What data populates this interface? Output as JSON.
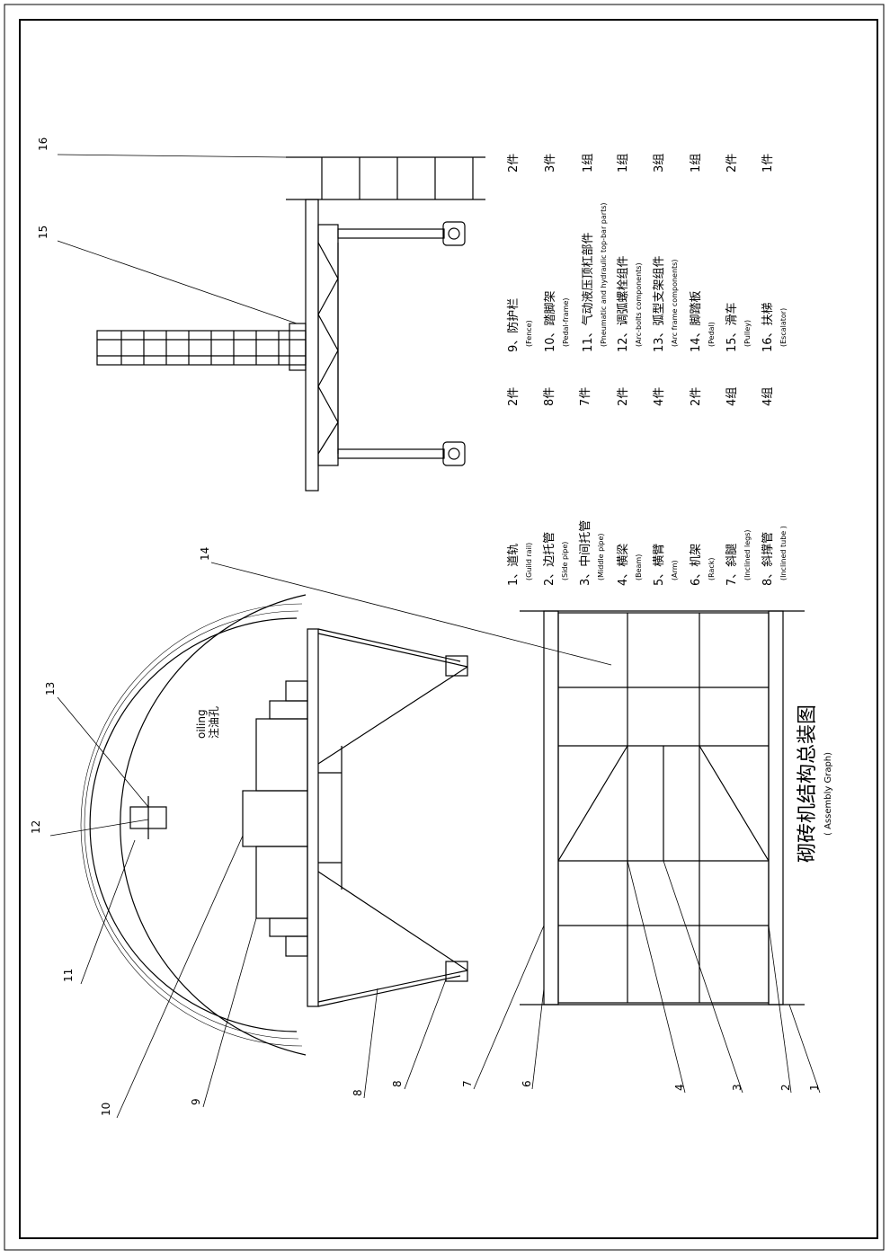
{
  "drawing": {
    "title": "砌砖机结构总装图",
    "subtitle": "( Assembly Graph)",
    "oiling_en": "oiling",
    "oiling_cn": "注油孔"
  },
  "parts": [
    {
      "cn": "1、道轨",
      "en": "(Guild rail)",
      "qty": "2件"
    },
    {
      "cn": "2、边托管",
      "en": "(Side pipe)",
      "qty": "8件"
    },
    {
      "cn": "3、中间托管",
      "en": "(Middle pipe)",
      "qty": "7件"
    },
    {
      "cn": "4、横梁",
      "en": "(Beam)",
      "qty": "2件"
    },
    {
      "cn": "5、横臂",
      "en": "(Arm)",
      "qty": "4件"
    },
    {
      "cn": "6、机架",
      "en": "(Rack)",
      "qty": "2件"
    },
    {
      "cn": "7、斜腿",
      "en": "(Inclined legs)",
      "qty": "4组"
    },
    {
      "cn": "8、斜撑管",
      "en": "(Inclined tube )",
      "qty": "4组"
    },
    {
      "cn": "9、防护栏",
      "en": "(Fence)",
      "qty": "2件"
    },
    {
      "cn": "10、踏脚架",
      "en": "(Pedal-frame)",
      "qty": "3件"
    },
    {
      "cn": "11、气动液压顶杠部件",
      "en": "(Pneumatic and hydraulic top-bar parts)",
      "qty": "1组"
    },
    {
      "cn": "12、调弧螺栓组件",
      "en": "(Arc-bolts components)",
      "qty": "1组"
    },
    {
      "cn": "13、弧型支架组件",
      "en": "(Arc frame components)",
      "qty": "3组"
    },
    {
      "cn": "14、脚踏板",
      "en": "(Pedal)",
      "qty": "1组"
    },
    {
      "cn": "15、滑车",
      "en": "(Pulley)",
      "qty": "2件"
    },
    {
      "cn": "16、扶梯",
      "en": "(Escalator)",
      "qty": "1件"
    }
  ],
  "callouts": [
    "1",
    "2",
    "3",
    "4",
    "6",
    "7",
    "8",
    "8",
    "9",
    "10",
    "11",
    "12",
    "13",
    "14",
    "15",
    "16"
  ]
}
